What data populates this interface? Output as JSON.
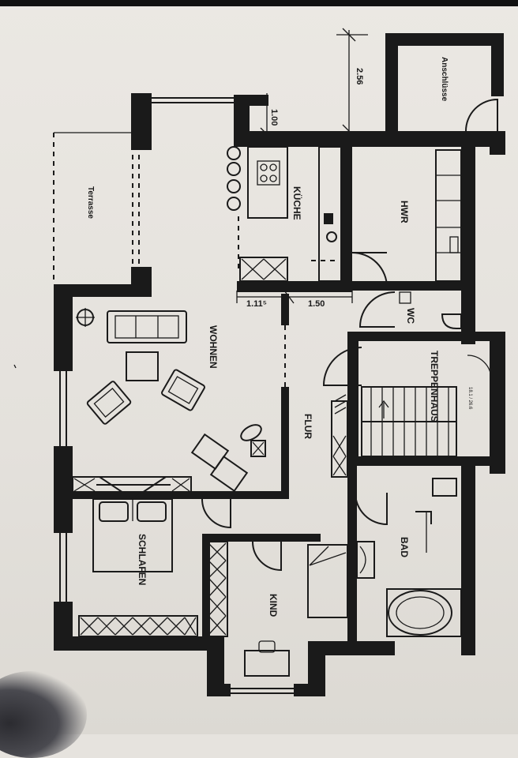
{
  "plan": {
    "rooms": {
      "wohnen": "WOHNEN",
      "kueche": "KÜCHE",
      "hwr": "HWR",
      "wc": "WC",
      "treppenhaus": "TREPPENHAUS",
      "flur": "FLUR",
      "schlafen": "SCHLAFEN",
      "kind": "KIND",
      "bad": "BAD",
      "terrasse": "Terrasse",
      "anschluesse": "Anschlüsse"
    },
    "dimensions": {
      "top_right": "2.56",
      "kitchen_wall": "1.00",
      "door_left": "1.11⁵",
      "door_right": "1.50"
    },
    "stair_note": "18.1 / 26.6"
  },
  "colors": {
    "wall": "#1a1a1a",
    "paper": "#e6e3de"
  }
}
